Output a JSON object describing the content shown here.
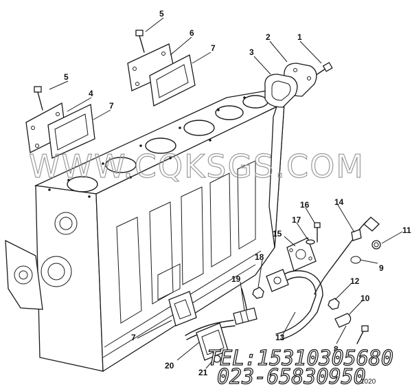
{
  "watermark": "WWW.CQKSGS.COM",
  "contact": {
    "tel": "TEL:15310305680",
    "phone": "023-65830950"
  },
  "callouts": [
    "1",
    "2",
    "3",
    "4",
    "5",
    "5",
    "6",
    "7",
    "7",
    "7",
    "8",
    "9",
    "10",
    "11",
    "12",
    "13",
    "14",
    "15",
    "16",
    "17",
    "18",
    "19",
    "20",
    "21"
  ],
  "reference_code": "1020"
}
